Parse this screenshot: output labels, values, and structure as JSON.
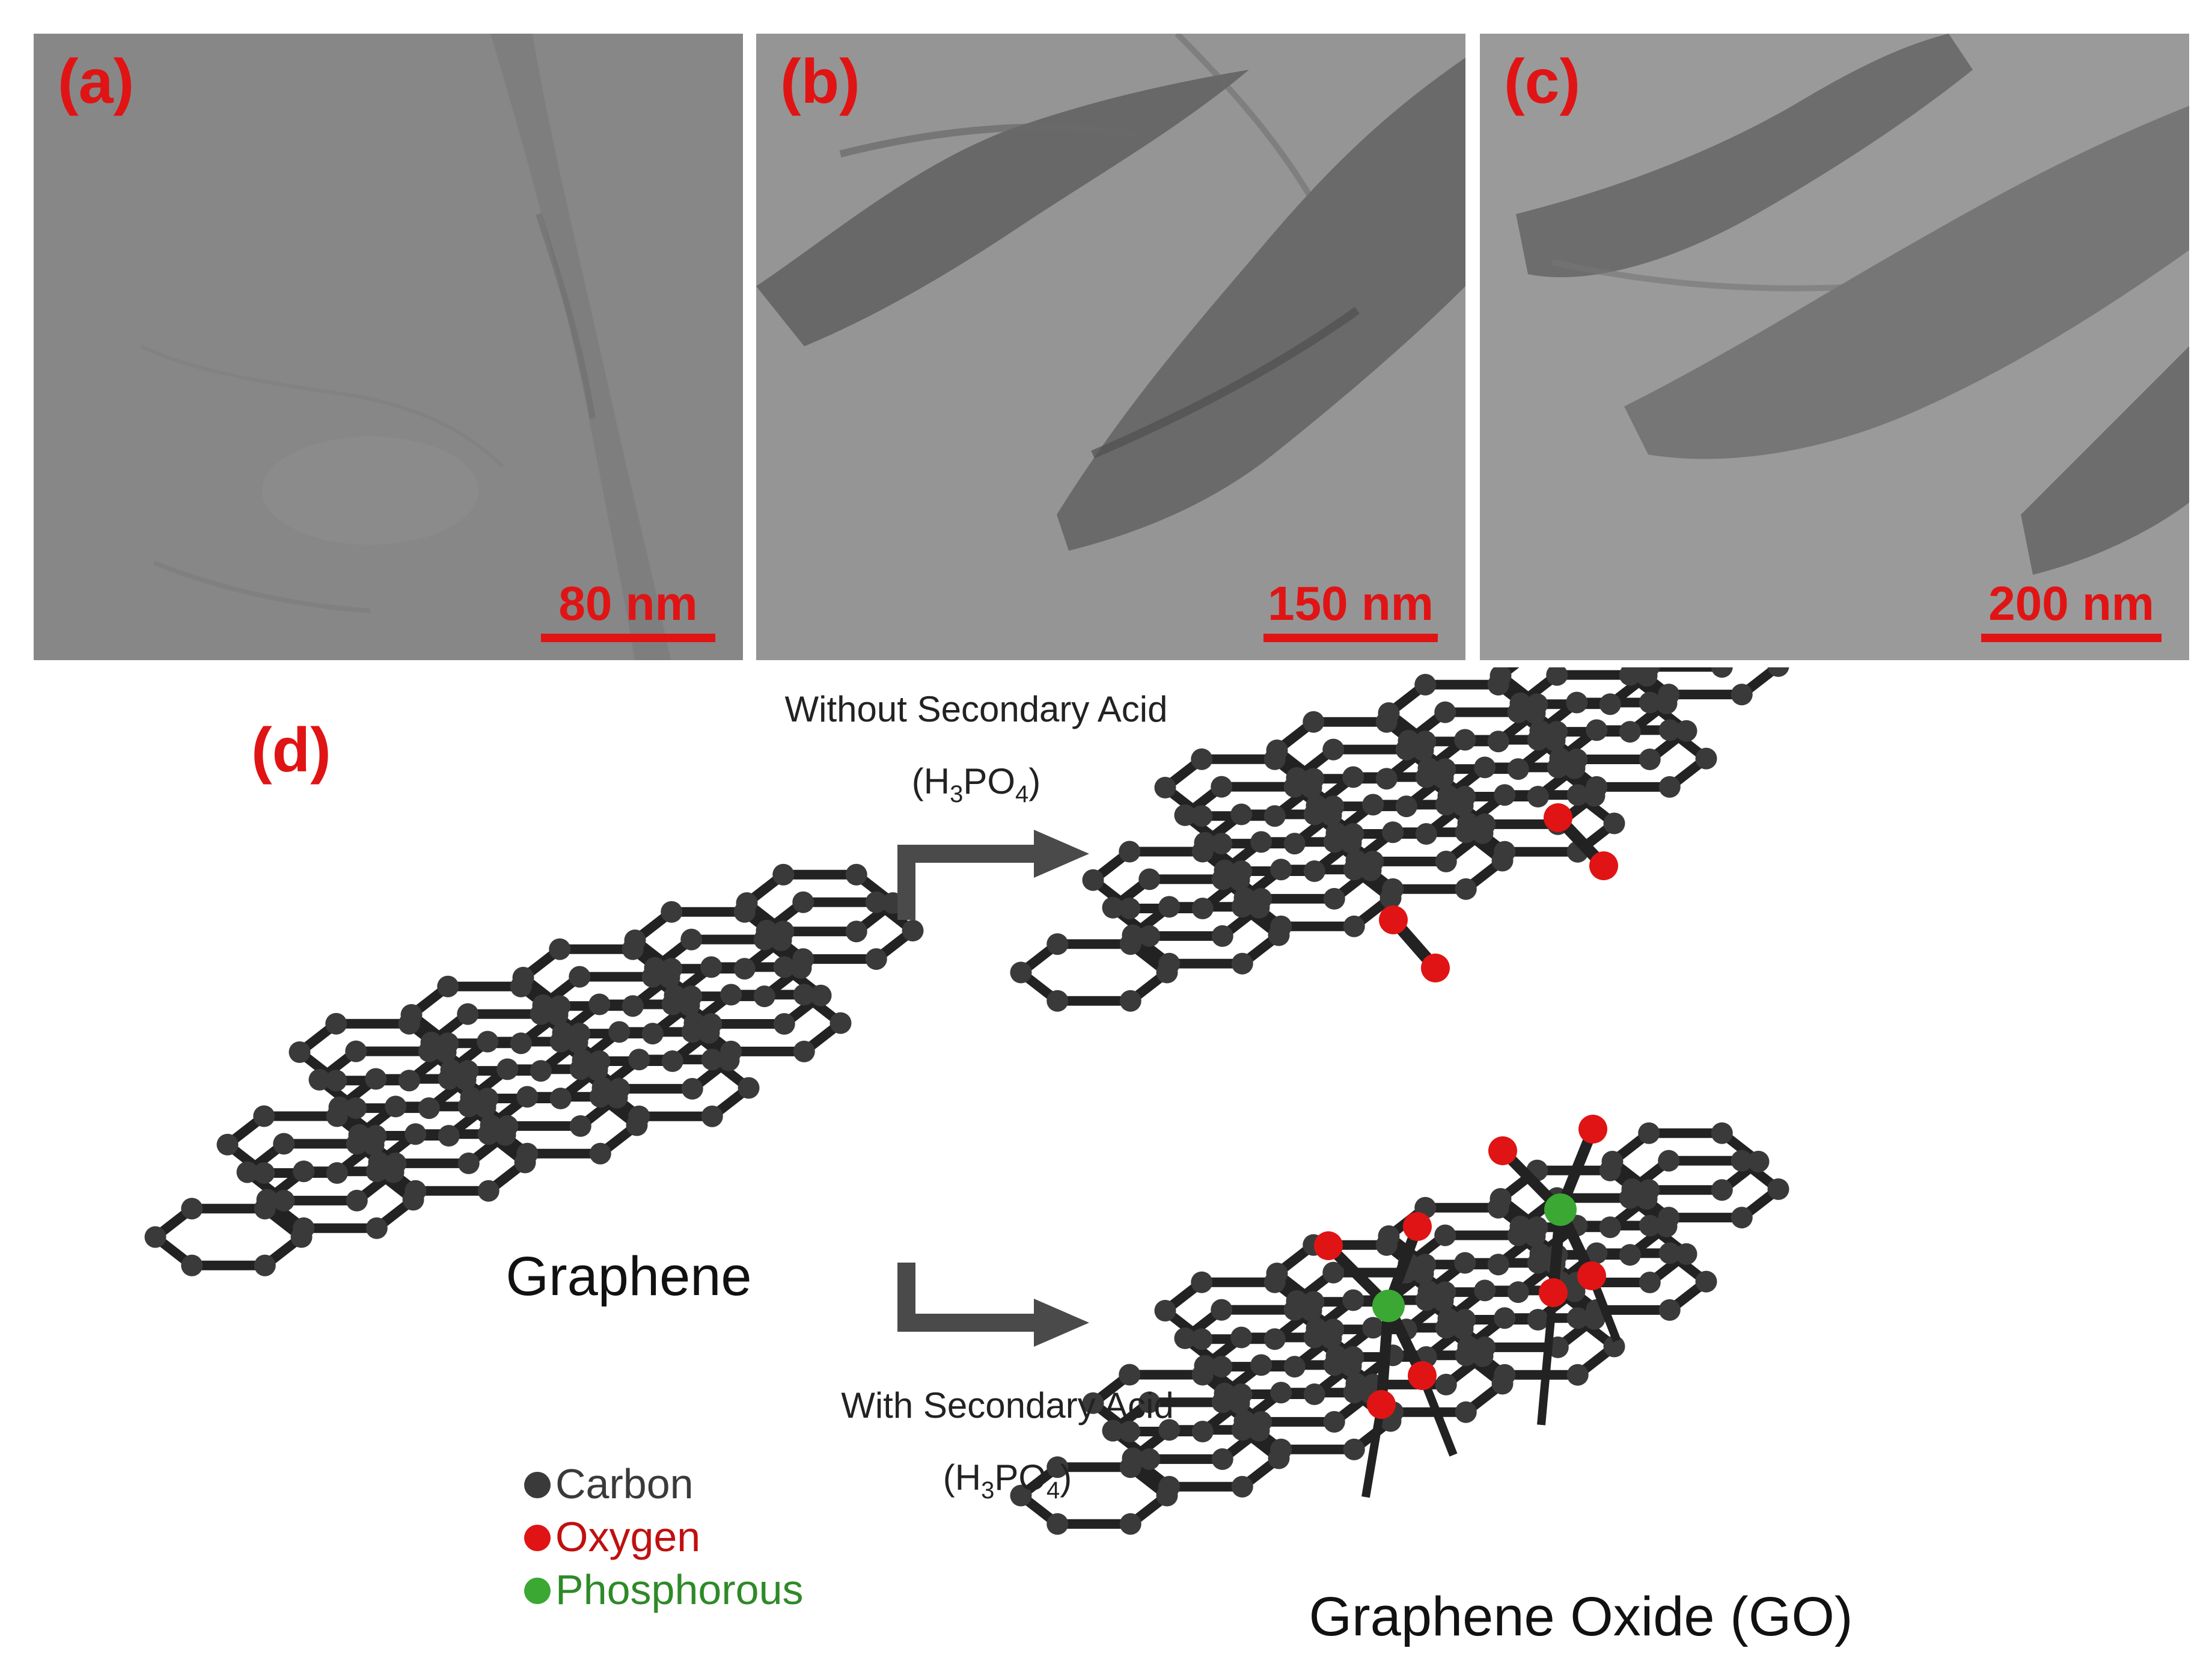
{
  "panels": [
    {
      "label": "(a)",
      "scale": "80 nm"
    },
    {
      "label": "(b)",
      "scale": "150 nm"
    },
    {
      "label": "(c)",
      "scale": "200 nm"
    }
  ],
  "diagram": {
    "label": "(d)",
    "top_process": {
      "line1": "Without Secondary Acid",
      "line2_prefix": "(H",
      "sub1": "3",
      "line2_mid": "PO",
      "sub2": "4",
      "line2_suffix": ")"
    },
    "bottom_process": {
      "line1": "With Secondary Acid",
      "line2_prefix": "(H",
      "sub1": "3",
      "line2_mid": "PO",
      "sub2": "4",
      "line2_suffix": ")"
    },
    "graphene_label": "Graphene",
    "go_label": "Graphene Oxide (GO)",
    "legend": [
      {
        "label": "Carbon",
        "color": "#3a3a3a"
      },
      {
        "label": "Oxygen",
        "color": "#e01414"
      },
      {
        "label": "Phosphorous",
        "color": "#3aa832"
      }
    ]
  },
  "colors": {
    "accent": "#e01414",
    "carbon": "#3a3a3a",
    "oxygen": "#e01414",
    "phosphorous": "#3aa832",
    "arrow": "#4a4a4a"
  }
}
